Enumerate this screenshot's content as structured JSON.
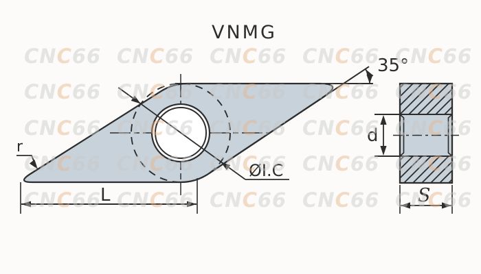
{
  "title": "VNMG",
  "front_view": {
    "angle_label": "35°",
    "nose_radius_label": "r",
    "length_label": "L",
    "inscribed_circle_label": "ØI.C"
  },
  "side_view": {
    "hole_diameter_label": "d",
    "thickness_label": "S"
  },
  "watermark": {
    "lead": "CN",
    "accent": "C",
    "tail": "66"
  },
  "colors": {
    "insert_fill": "#c8d2db",
    "line": "#2d2d2d",
    "background": "#fcfbf9",
    "watermark_gray": "#c9c9c9",
    "watermark_accent": "#e7b58a"
  }
}
